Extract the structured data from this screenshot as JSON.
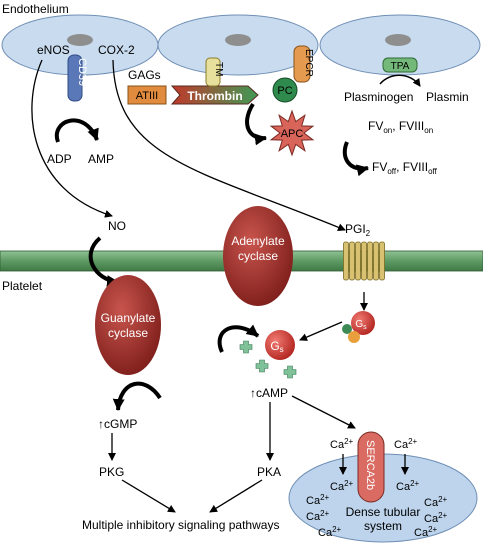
{
  "labels": {
    "endothelium": "Endothelium",
    "enos": "eNOS",
    "cox2": "COX-2",
    "cd39": "CD39",
    "gags": "GAGs",
    "tm": "TM",
    "epcr": "EPCR",
    "tpa": "TPA",
    "atiii": "ATIII",
    "thrombin": "Thrombin",
    "pc": "PC",
    "apc": "APC",
    "plasminogen": "Plasminogen",
    "plasmin": "Plasmin",
    "fv_on": "FV",
    "fv_on_sub": "on",
    "fviii_on": "FVIII",
    "fviii_on_sub": "on",
    "fv_off": "FV",
    "fv_off_sub": "off",
    "fviii_off": "FVIII",
    "fviii_off_sub": "off",
    "adp": "ADP",
    "amp": "AMP",
    "no": "NO",
    "pgi2": "PGI",
    "pgi2_sub": "2",
    "platelet": "Platelet",
    "adenylate_l1": "Adenylate",
    "adenylate_l2": "cyclase",
    "guanylate_l1": "Guanylate",
    "guanylate_l2": "cyclase",
    "gs": "G",
    "gs_sub": "s",
    "camp": "↑cAMP",
    "cgmp": "↑cGMP",
    "pkg": "PKG",
    "pka": "PKA",
    "serca": "SERCA2b",
    "ca": "Ca",
    "ca_sup": "2+",
    "dts_l1": "Dense tubular",
    "dts_l2": "system",
    "multiple": "Multiple inhibitory signaling pathways"
  },
  "colors": {
    "cell": "#c9dcef",
    "cell_edge": "#6f8fb5",
    "nucleus": "#8e8e8e",
    "membrane": "#5f9a63",
    "enzyme": "#a0302a",
    "cd39": "#5a78b8",
    "tm": "#e7df9c",
    "epcr": "#e59b4f",
    "tpa": "#74b87a",
    "atiii": "#e08b3d",
    "thrombin_start": "#c0392b",
    "thrombin_end": "#3f9a55",
    "pc": "#2f8a4d",
    "apc": "#d9645a",
    "gs": "#d8423e",
    "plus": "#7fc29a",
    "dts": "#bdd4ec",
    "serca": "#d96b62",
    "receptor": "#d8c271"
  }
}
